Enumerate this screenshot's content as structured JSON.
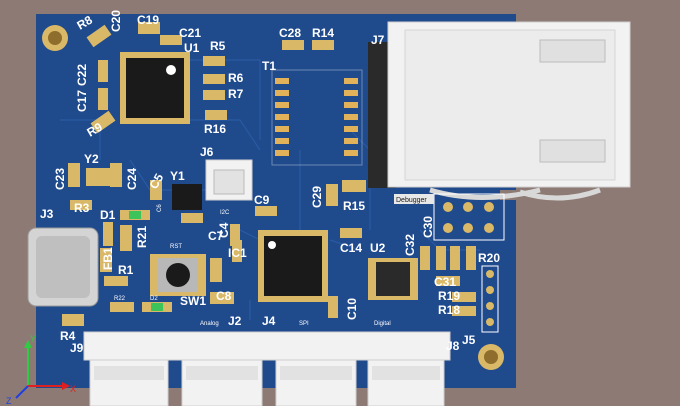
{
  "colors": {
    "background": "#8e7a74",
    "board": "#1f4a8c",
    "silkscreen": "#ffffff",
    "pad": "#e2b25a",
    "chip": "#1a1a1a",
    "connector": "#f2f2f2",
    "led_green": "#3cc45a"
  },
  "designators": {
    "R8": "R8",
    "C20": "C20",
    "C19": "C19",
    "C21": "C21",
    "U1": "U1",
    "C22": "C22",
    "C17": "C17",
    "R9": "R9",
    "R5": "R5",
    "R6": "R6",
    "R7": "R7",
    "R16": "R16",
    "C28": "C28",
    "R14": "R14",
    "T1": "T1",
    "J7": "J7",
    "Y2": "Y2",
    "C23": "C23",
    "C24": "C24",
    "C5": "C5",
    "Y1": "Y1",
    "C6": "C6",
    "J6": "J6",
    "C29": "C29",
    "R15": "R15",
    "J3": "J3",
    "R3": "R3",
    "D1": "D1",
    "R21": "R21",
    "C7": "C7",
    "C9": "C9",
    "C4": "C4",
    "IC1": "IC1",
    "C14": "C14",
    "U2": "U2",
    "C32": "C32",
    "C30": "C30",
    "FB1": "FB1",
    "R1": "R1",
    "R22": "R22",
    "D2": "D2",
    "SW1": "SW1",
    "C8": "C8",
    "C31": "C31",
    "R20": "R20",
    "R19": "R19",
    "R18": "R18",
    "C10": "C10",
    "J5": "J5",
    "R4": "R4",
    "J2": "J2",
    "J4": "J4",
    "J8": "J8",
    "J9": "J9"
  },
  "small_labels": {
    "i2c": "I2C",
    "rst": "RST",
    "analog": "Analog",
    "spi": "SPI",
    "digital": "Digital",
    "debugger": "Debugger"
  },
  "axes": {
    "y": "Y",
    "x": "X",
    "z": "Z"
  }
}
